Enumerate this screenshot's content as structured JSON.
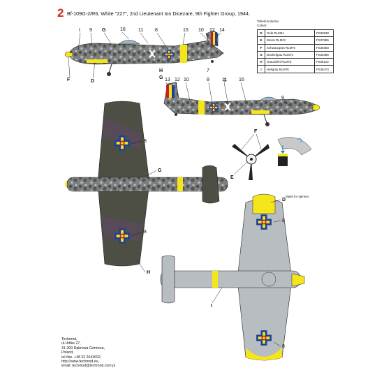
{
  "sheet": {
    "number": "2",
    "title": "Bf-109G-2/R6, White \"227\", 2nd Lieutenant Ion Dicezare, 9th Fighter Group, 1944."
  },
  "legend": {
    "title": "Tabela kolorów:",
    "subtitle": "Colors:",
    "rows": [
      {
        "letter": "D",
        "name": "Gelb RLM04",
        "code": "FS33538"
      },
      {
        "letter": "E",
        "name": "Weiss RLM21",
        "code": "FS37886"
      },
      {
        "letter": "F",
        "name": "Schwarzgrün RLM70",
        "code": "FS34050"
      },
      {
        "letter": "G",
        "name": "Dunkelgrau RLM74",
        "code": "FS34086"
      },
      {
        "letter": "H",
        "name": "Grauviolet RLM75",
        "code": "FS36122"
      },
      {
        "letter": "I",
        "name": "Hellgrau RLM76",
        "code": "FS36473"
      }
    ]
  },
  "callouts": {
    "side_top": [
      "I",
      "9",
      "G",
      "16",
      "11",
      "8",
      "15",
      "10",
      "12",
      "14",
      "H",
      "7",
      "F",
      "D",
      "G",
      "1"
    ],
    "side_bottom": [
      "13",
      "12",
      "10",
      "8",
      "11",
      "16",
      "9"
    ],
    "prop": [
      "F",
      "E"
    ],
    "plan_top": [
      "8",
      "G",
      "8",
      "H"
    ],
    "plan_bottom": [
      "D",
      "8",
      "I",
      "8"
    ]
  },
  "mask_note": "Mask for spinner.",
  "address_lines": [
    "Techmod,",
    "ul.Uthke 27,",
    "41-300 Dąbrowa Górnicza,",
    "Poland,",
    "tel./fax. +48 32 2643692,",
    "http://www.techmod.eu,",
    "email: techmod@techmod.com.pl"
  ],
  "colors": {
    "accent_red": "#d8261c",
    "yellow": "#f4e61a",
    "upper_green": "#4d4f45",
    "upper_violet": "#5a4a5e",
    "under_grey": "#b8bdc2",
    "roundel_blue": "#1d3f9a",
    "roundel_red": "#c8202a"
  },
  "icons": [
    "romanian-cross-roundel-icon",
    "propeller-icon",
    "spinner-mask-icon"
  ]
}
